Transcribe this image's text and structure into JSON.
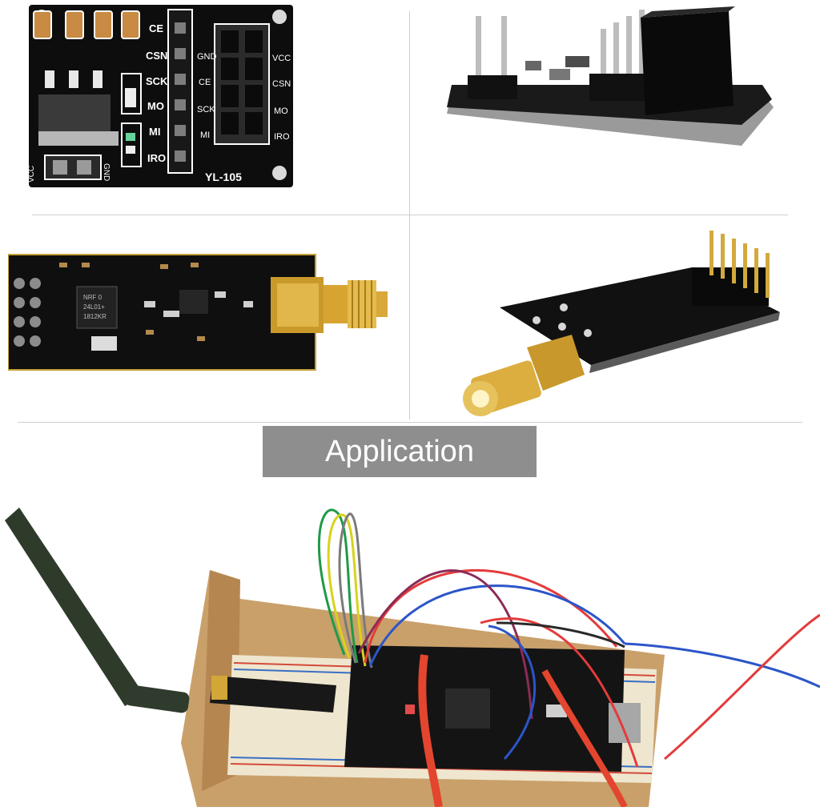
{
  "banner": {
    "label": "Application"
  },
  "adapter_board": {
    "right_pins": [
      "CE",
      "CSN",
      "SCK",
      "MO",
      "MI",
      "IRO"
    ],
    "socket_left": [
      "GND",
      "CE",
      "SCK",
      "MI"
    ],
    "socket_right": [
      "VCC",
      "CSN",
      "MO",
      "IRO"
    ],
    "power_pins": [
      "VCC",
      "GND"
    ],
    "model": "YL-105"
  },
  "module_chip": {
    "line1": "NRF 0",
    "line2": "24L01+",
    "line3": "1812KR"
  },
  "colors": {
    "pcb": "#111111",
    "gold": "#d6a526",
    "banner": "#8e8e8e",
    "cardboard": "#c9a06a",
    "breadboard": "#efe6cf"
  }
}
